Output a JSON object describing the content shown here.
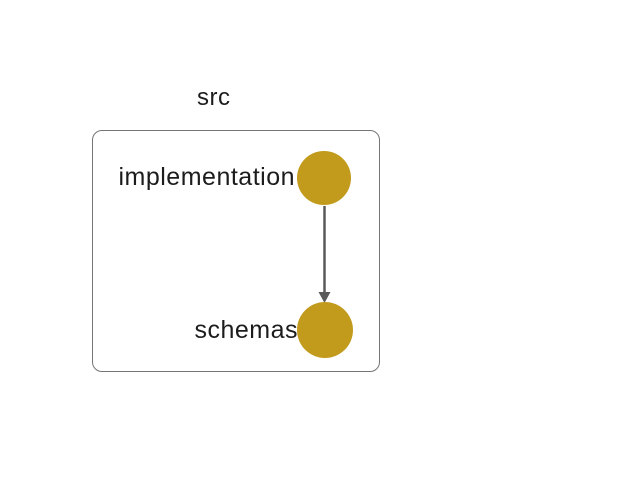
{
  "diagram": {
    "cluster": {
      "label": "src"
    },
    "nodes": [
      {
        "id": "implementation",
        "label": "implementation",
        "shape": "circle",
        "fill": "#c29b1d"
      },
      {
        "id": "schemas",
        "label": "schemas",
        "shape": "circle",
        "fill": "#c29b1d"
      }
    ],
    "edges": [
      {
        "from": "implementation",
        "to": "schemas",
        "direction": "down",
        "color": "#5a5a5a"
      }
    ],
    "colors": {
      "background": "#ffffff",
      "node_fill": "#c29b1d",
      "edge": "#5a5a5a",
      "cluster_border": "#757575",
      "text": "#1c1c1c"
    }
  }
}
